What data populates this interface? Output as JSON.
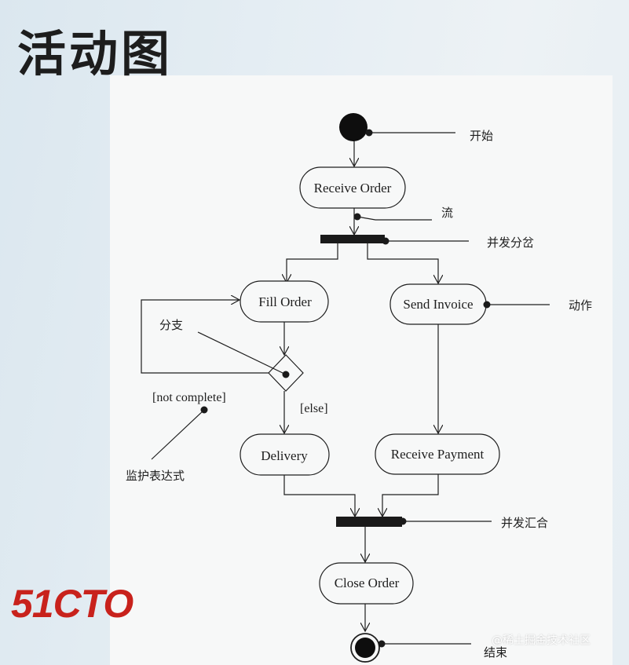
{
  "slide": {
    "title": "活动图",
    "logo": "51CTO",
    "watermark": "@稀土掘金技术社区"
  },
  "diagram": {
    "nodes": {
      "receive_order": "Receive Order",
      "fill_order": "Fill Order",
      "send_invoice": "Send Invoice",
      "delivery": "Delivery",
      "receive_payment": "Receive Payment",
      "close_order": "Close Order"
    },
    "guards": {
      "not_complete": "[not complete]",
      "else": "[else]"
    },
    "annotations": {
      "start": "开始",
      "flow": "流",
      "fork": "并发分岔",
      "action": "动作",
      "branch": "分支",
      "guard_expression": "监护表达式",
      "join": "并发汇合",
      "end": "结束"
    }
  }
}
